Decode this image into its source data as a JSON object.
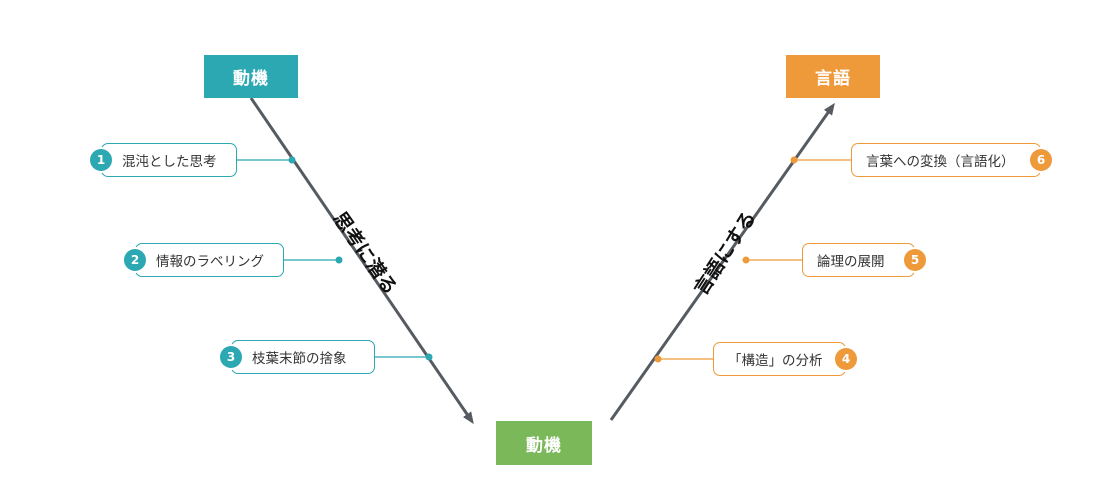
{
  "colors": {
    "teal": "#2BA8B2",
    "orange": "#EE9A3B",
    "green": "#7BB85A",
    "line": "#555B61",
    "connector_teal": "#2BA8B2",
    "connector_orange": "#EE9A3B"
  },
  "nodes": {
    "motive_top": "動機",
    "language": "言語",
    "motive_bottom": "動機"
  },
  "diagonal_labels": {
    "left": "思考に潜る",
    "right": "言語にする"
  },
  "left_steps": [
    {
      "num": "1",
      "text": "混沌とした思考"
    },
    {
      "num": "2",
      "text": "情報のラベリング"
    },
    {
      "num": "3",
      "text": "枝葉末節の捨象"
    }
  ],
  "right_steps": [
    {
      "num": "4",
      "text": "「構造」の分析"
    },
    {
      "num": "5",
      "text": "論理の展開"
    },
    {
      "num": "6",
      "text": "言葉への変換（言語化）"
    }
  ]
}
